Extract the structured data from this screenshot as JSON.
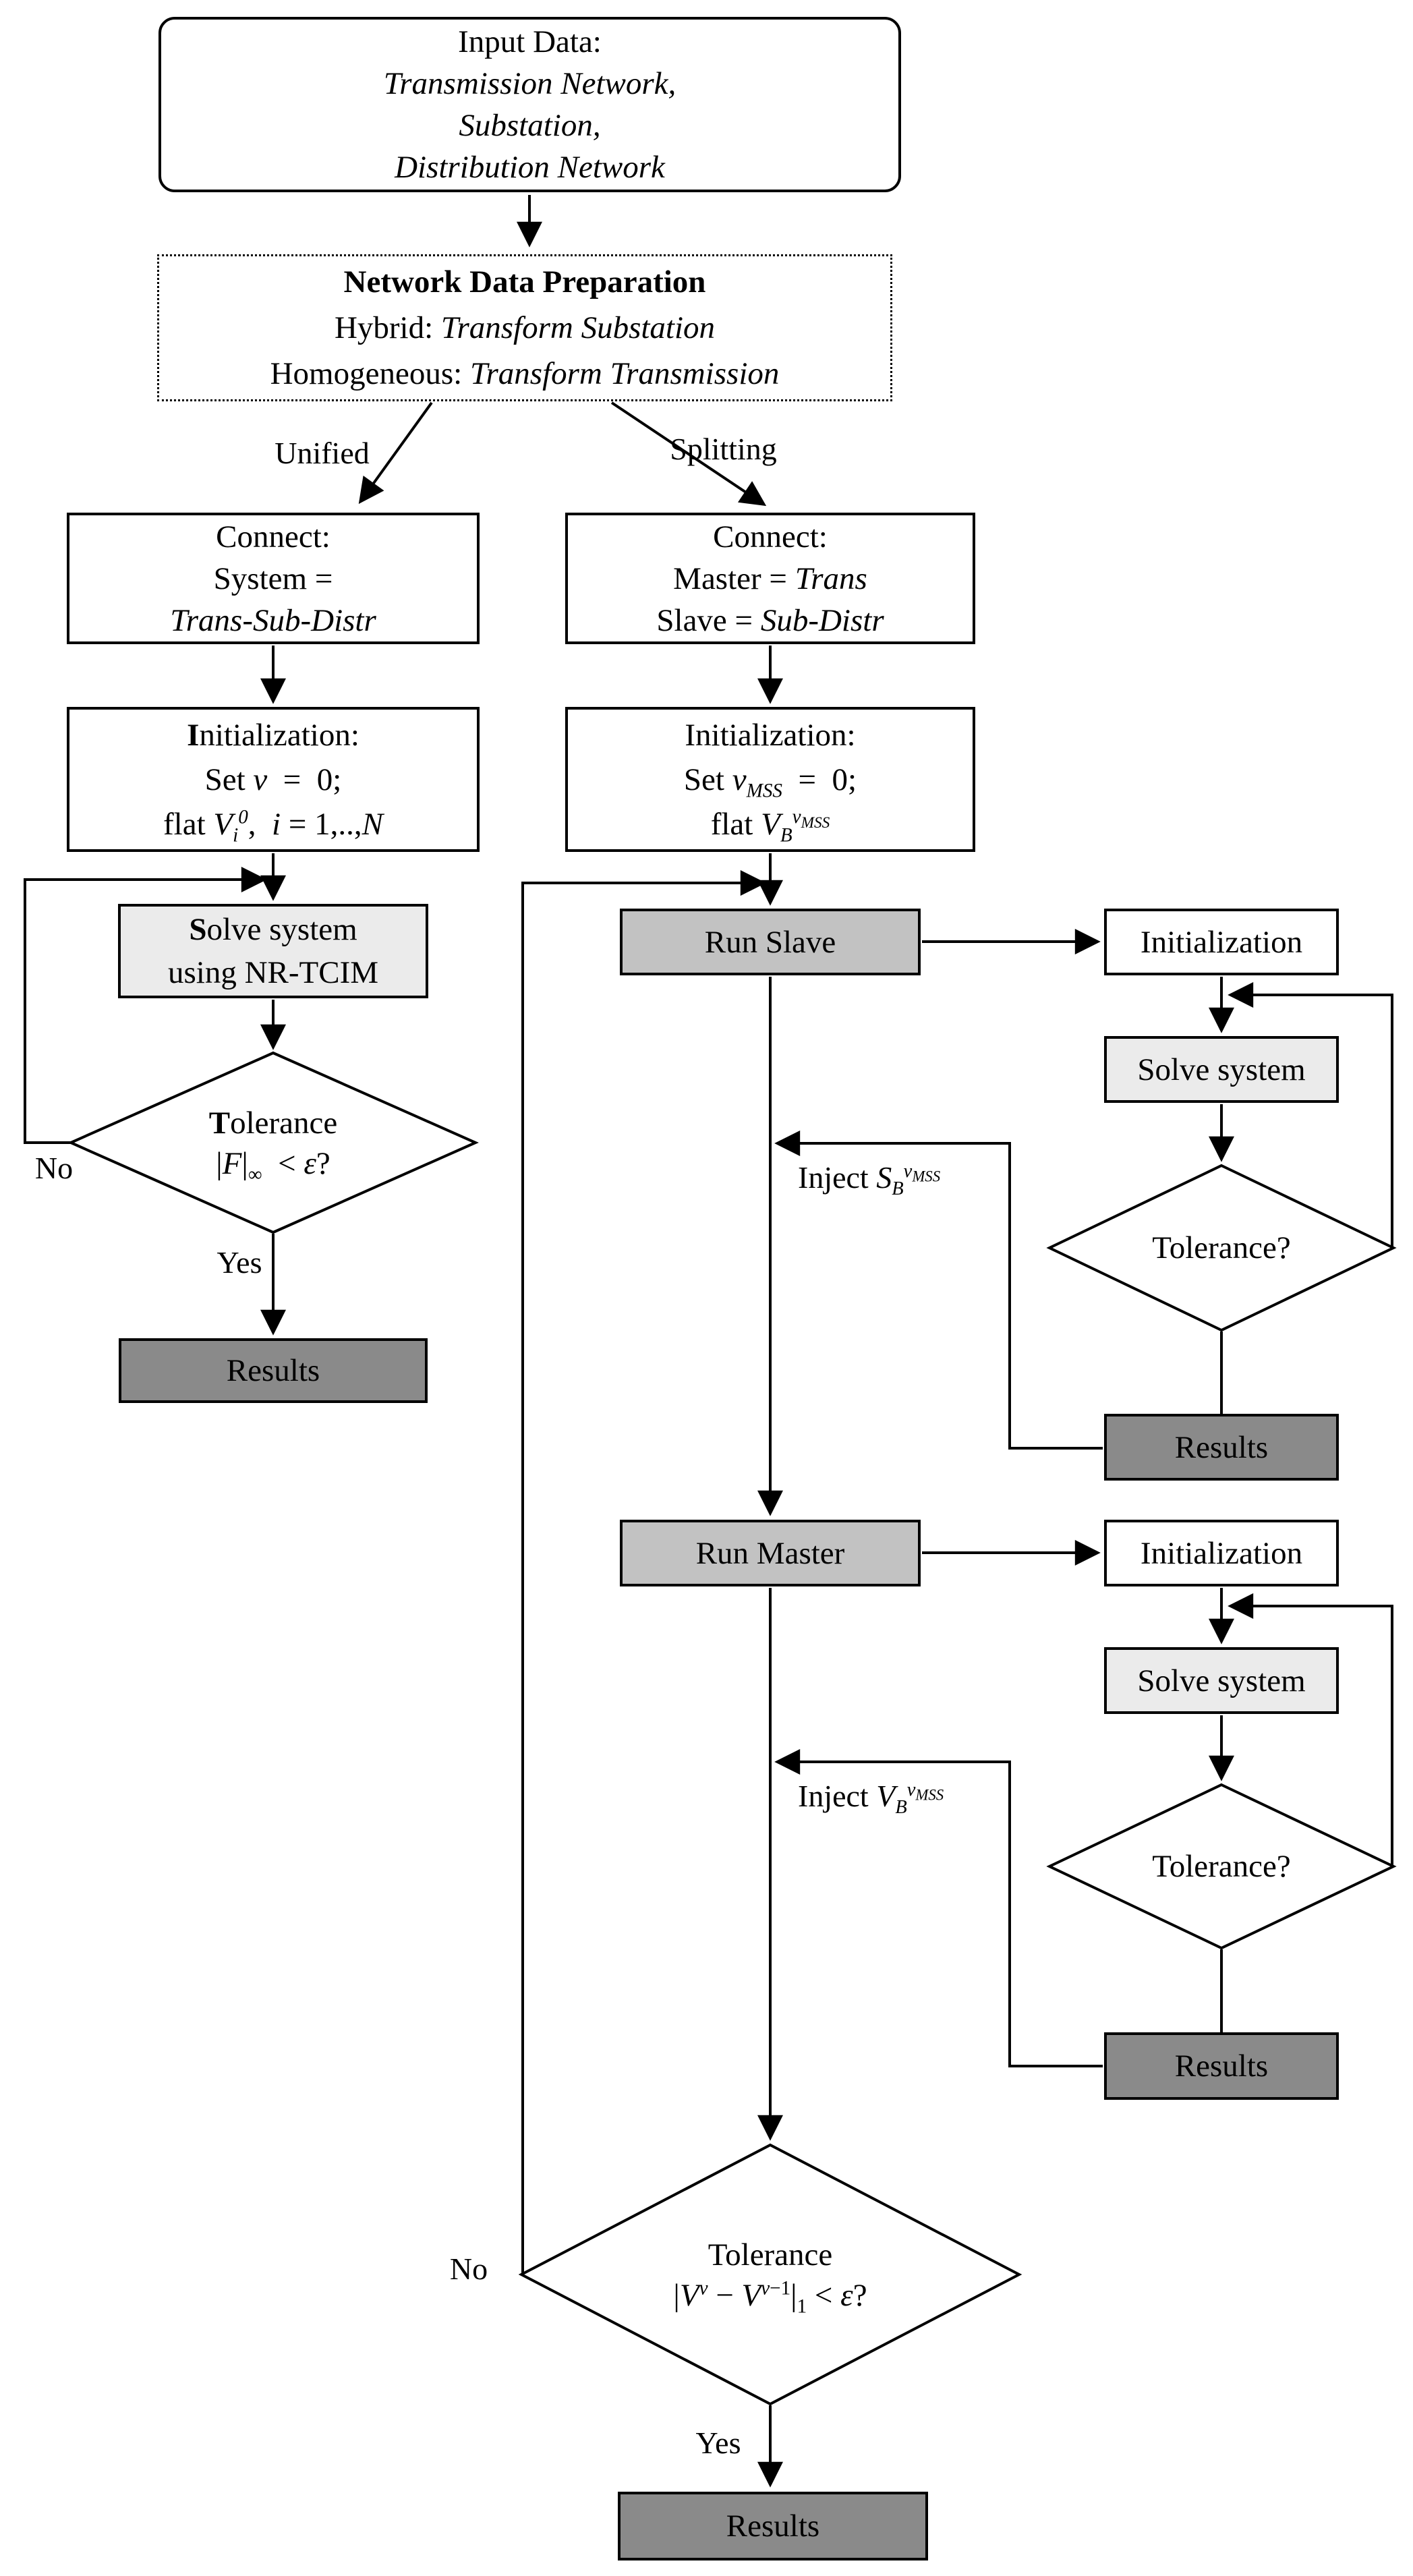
{
  "colors": {
    "background": "#ffffff",
    "line": "#000000",
    "run_box_fill": "#c2c2c2",
    "solve_box_fill": "#ebebeb",
    "results_box_fill": "#8a8a8a"
  },
  "nodes": {
    "input": {
      "line1": "Input Data:",
      "line2": "Transmission  Network,",
      "line3": "Substation,",
      "line4": "Distribution  Network"
    },
    "prep": {
      "title": "Network  Data  Preparation",
      "hybrid_html": "Hybrid: <i>Transform  Substation</i>",
      "homogeneous_html": "Homogeneous: <i>Transform Transmission</i>"
    },
    "connect_unified": {
      "line1": "Connect:",
      "line2": "System =",
      "line3_html": "<i>Trans-Sub-Distr</i>"
    },
    "connect_splitting": {
      "line1": "Connect:",
      "line2_html": "Master = <i>Trans</i>",
      "line3_html": "Slave = <i>Sub-Distr</i>"
    },
    "init_unified": {
      "line1_html": "<b>I</b>nitialization:",
      "line2_html": "Set <i>ν</i>&nbsp; = &nbsp;0;",
      "line3_html": "flat <i>V<sub>i</sub><sup>0</sup></i>,&nbsp; <i>i</i> = 1,..,<i>N</i>"
    },
    "init_splitting": {
      "line1": "Initialization:",
      "line2_html": "Set <i>ν<sub>MSS</sub></i> &nbsp;=&nbsp; 0;",
      "line3_html": "flat <i>V<sub>B</sub><sup>ν<sub>MSS</sub></sup></i>"
    },
    "solve_unified": {
      "line1_html": "<b>S</b>olve system",
      "line2": "using NR-TCIM"
    },
    "tolerance_unified": {
      "line1_html": "<b>T</b>olerance",
      "line2_html": "|<i>F</i>|<sub>∞</sub> &nbsp;&lt; <i>ε</i>?"
    },
    "results_unified": {
      "label": "Results"
    },
    "run_slave": {
      "label": "Run Slave"
    },
    "init_slave": {
      "label": "Initialization"
    },
    "solve_slave": {
      "label": "Solve system"
    },
    "tolerance_slave": {
      "label": "Tolerance?"
    },
    "results_slave": {
      "label": "Results"
    },
    "run_master": {
      "label": "Run Master"
    },
    "init_master": {
      "label": "Initialization"
    },
    "solve_master": {
      "label": "Solve system"
    },
    "tolerance_master": {
      "label": "Tolerance?"
    },
    "results_master": {
      "label": "Results"
    },
    "tolerance_final": {
      "line1": "Tolerance",
      "line2_html": "|<i>V<sup>ν</sup></i> − <i>V</i><sup><i>ν</i>−1</sup>|<sub>1</sub> &lt; <i>ε</i>?"
    },
    "results_final": {
      "label": "Results"
    }
  },
  "edge_labels": {
    "unified": "Unified",
    "splitting": "Splitting",
    "no_unified": "No",
    "yes_unified": "Yes",
    "inject_s_html": "Inject <i>S<sub>B</sub><sup>ν<sub>MSS</sub></sup></i>",
    "inject_v_html": "Inject <i>V<sub>B</sub><sup>ν<sub>MSS</sub></sup></i>",
    "no_final": "No",
    "yes_final": "Yes"
  }
}
